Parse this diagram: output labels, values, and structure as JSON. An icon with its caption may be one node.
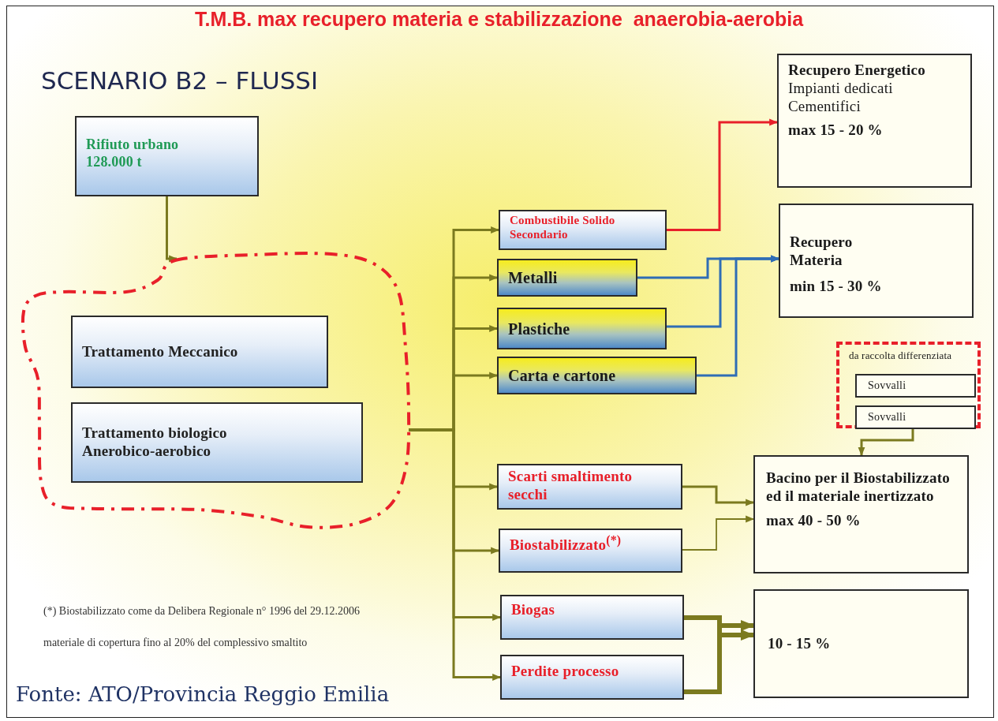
{
  "diagram": {
    "title": "T.M.B. max recupero materia e stabilizzazione  anaerobia-aerobia",
    "caption": "Fonte: ATO/Provincia Reggio Emilia",
    "nodes": [
      {
        "text": [
          "Rifiuto urbano 128.000 t"
        ]
      },
      {
        "text": [],
        "shape": "cloud"
      },
      {
        "text": [
          "Trattamento Meccanico"
        ],
        "in": 1
      },
      {
        "text": [
          "Trattamento biologico Anerobico-aerobico"
        ],
        "in": 1
      },
      {
        "text": [
          "Combustibile Solido Secondario"
        ]
      },
      {
        "text": [
          "Metalli"
        ]
      },
      {
        "text": [
          "Plastiche"
        ]
      },
      {
        "text": [
          "Carta e cartone"
        ]
      },
      {
        "text": [
          "Scarti smaltimento secchi"
        ]
      },
      {
        "text": [
          "Biostabilizzato$^{(*)}$"
        ]
      },
      {
        "text": [
          "Biogas"
        ]
      },
      {
        "text": [
          "Perdite processo"
        ]
      },
      {
        "text": [
          "Recupero Energetico",
          "Impianti dedicati Cementifici",
          "max 15 - 20  %"
        ]
      },
      {
        "text": [
          "Recupero Materia",
          "min  15 - 30  %"
        ]
      },
      {
        "text": [
          "da raccolta differenziata"
        ]
      },
      {
        "text": [
          "Sovvalli"
        ],
        "in": 14
      },
      {
        "text": [
          "Sovvalli"
        ],
        "in": 14
      },
      {
        "text": [
          "Bacino per il Biostabilizzato ed il materiale inertizzato",
          "max   40 - 50  %"
        ]
      },
      {
        "text": [
          "10 - 15  %"
        ]
      }
    ],
    "edges": [
      {
        "from": 0,
        "to": 1,
        "arrow": "to"
      },
      {
        "from": 1,
        "to": 4,
        "arrow": "to"
      },
      {
        "from": 1,
        "to": 5,
        "arrow": "to"
      },
      {
        "from": 1,
        "to": 6,
        "arrow": "to"
      },
      {
        "from": 1,
        "to": 7,
        "arrow": "to"
      },
      {
        "from": 1,
        "to": 8,
        "arrow": "to"
      },
      {
        "from": 1,
        "to": 9,
        "arrow": "to"
      },
      {
        "from": 1,
        "to": 10,
        "arrow": "to"
      },
      {
        "from": 1,
        "to": 11,
        "arrow": "to"
      },
      {
        "from": 4,
        "to": 12,
        "arrow": "to",
        "color": "#e8202a"
      },
      {
        "from": 5,
        "to": 13,
        "arrow": "to",
        "color": "#2f6db5"
      },
      {
        "from": 6,
        "to": 13,
        "arrow": "to",
        "color": "#2f6db5"
      },
      {
        "from": 7,
        "to": 13,
        "arrow": "to",
        "color": "#2f6db5"
      },
      {
        "from": 8,
        "to": 17,
        "arrow": "to"
      },
      {
        "from": 9,
        "to": 17,
        "arrow": "to"
      },
      {
        "from": 16,
        "to": 17,
        "arrow": "to"
      },
      {
        "from": 10,
        "to": 18,
        "arrow": "to",
        "style": "thick"
      },
      {
        "from": 11,
        "to": 18,
        "arrow": "to",
        "style": "thick"
      }
    ],
    "labels": [
      "SCENARIO B2 – FLUSSI",
      "(*) Biostabilizzato come da Delibera Regionale n° 1996 del 29.12.2006",
      "materiale di copertura fino al 20% del complessivo smaltito"
    ]
  }
}
